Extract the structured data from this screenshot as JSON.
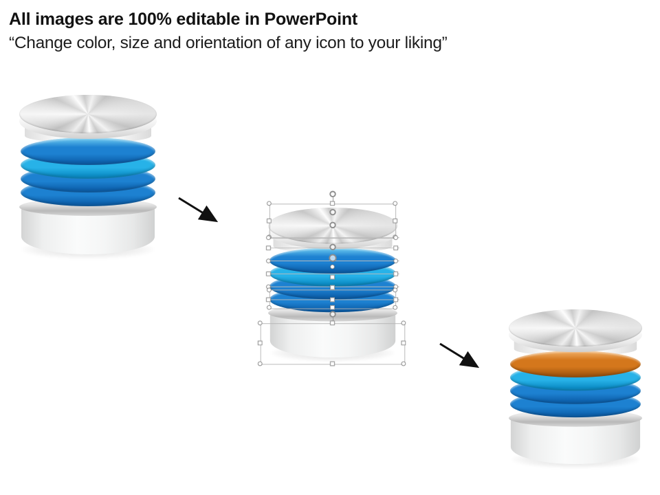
{
  "header": {
    "title": "All images are 100% editable in PowerPoint",
    "subtitle": "“Change color, size and orientation of any icon to your liking”"
  },
  "canvas": {
    "background": "#ffffff"
  },
  "palette": {
    "metal_light": "#f6f6f6",
    "metal_dark": "#c2c2c2",
    "base_light": "#fafbfb",
    "base_dark": "#d0d1d1",
    "selection_outline": "#b5b5b5",
    "arrow_color": "#111111"
  },
  "database_icons": [
    {
      "id": "original",
      "state": "default",
      "rings": [
        {
          "hi": "#72cff2",
          "main": "#1d81d1",
          "dark": "#0e62ae"
        },
        {
          "hi": "#aeeefb",
          "main": "#27b2e8",
          "dark": "#0d8ec7"
        },
        {
          "hi": "#72cff2",
          "main": "#1d81d1",
          "dark": "#0e62ae"
        },
        {
          "hi": "#72cff2",
          "main": "#1d81d1",
          "dark": "#0e62ae"
        }
      ]
    },
    {
      "id": "selected",
      "state": "selected-with-handles",
      "rings": [
        {
          "hi": "#72cff2",
          "main": "#1d81d1",
          "dark": "#0e62ae"
        },
        {
          "hi": "#aeeefb",
          "main": "#27b2e8",
          "dark": "#0d8ec7"
        },
        {
          "hi": "#72cff2",
          "main": "#1d81d1",
          "dark": "#0e62ae"
        },
        {
          "hi": "#72cff2",
          "main": "#1d81d1",
          "dark": "#0e62ae"
        }
      ]
    },
    {
      "id": "recolored",
      "state": "default",
      "rings": [
        {
          "hi": "#f2b169",
          "main": "#d4771c",
          "dark": "#a85a10"
        },
        {
          "hi": "#aeeefb",
          "main": "#27b2e8",
          "dark": "#0d8ec7"
        },
        {
          "hi": "#72cff2",
          "main": "#1d81d1",
          "dark": "#0e62ae"
        },
        {
          "hi": "#72cff2",
          "main": "#1d81d1",
          "dark": "#0e62ae"
        }
      ]
    }
  ],
  "arrows": [
    {
      "id": "arrow-1",
      "direction": "down-right"
    },
    {
      "id": "arrow-2",
      "direction": "down-right"
    }
  ]
}
